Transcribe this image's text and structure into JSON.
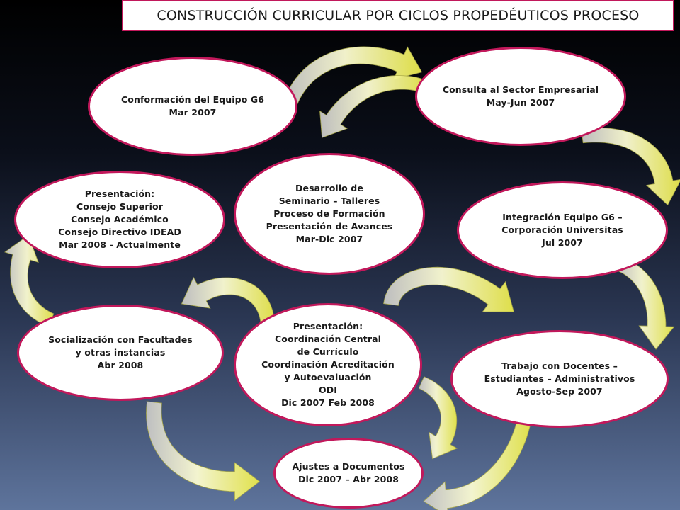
{
  "title": "CONSTRUCCIÓN CURRICULAR POR CICLOS PROPEDÉUTICOS PROCESO",
  "colors": {
    "border": "#c2185b",
    "node_fill": "#ffffff",
    "arrow_light": "#fafad2",
    "arrow_yellow": "#e6e64a",
    "arrow_gray": "#bdbdbd"
  },
  "nodes": [
    {
      "id": "equipo-g6",
      "lines": [
        "Conformación del Equipo G6",
        "Mar 2007"
      ]
    },
    {
      "id": "sector-empresarial",
      "lines": [
        "Consulta al Sector Empresarial",
        "May-Jun 2007"
      ]
    },
    {
      "id": "desarrollo-seminario",
      "lines": [
        "Desarrollo de",
        "Seminario – Talleres",
        "Proceso de Formación",
        "Presentación de Avances",
        "Mar-Dic 2007"
      ]
    },
    {
      "id": "presentacion-consejos",
      "lines": [
        "Presentación:",
        "Consejo Superior",
        "Consejo Académico",
        "Consejo Directivo IDEAD",
        "Mar 2008 - Actualmente"
      ]
    },
    {
      "id": "integracion-universitas",
      "lines": [
        "Integración Equipo G6 –",
        "Corporación Universitas",
        "Jul 2007"
      ]
    },
    {
      "id": "socializacion",
      "lines": [
        "Socialización con Facultades",
        "y otras instancias",
        "Abr 2008"
      ]
    },
    {
      "id": "presentacion-coordinacion",
      "lines": [
        "Presentación:",
        "Coordinación Central",
        "de Currículo",
        "Coordinación Acreditación",
        "y Autoevaluación",
        "ODI",
        "Dic 2007 Feb 2008"
      ]
    },
    {
      "id": "trabajo-docentes",
      "lines": [
        "Trabajo con Docentes –",
        "Estudiantes – Administrativos",
        "Agosto-Sep 2007"
      ]
    },
    {
      "id": "ajustes-documentos",
      "lines": [
        "Ajustes a Documentos",
        "Dic 2007 – Abr 2008"
      ]
    }
  ]
}
